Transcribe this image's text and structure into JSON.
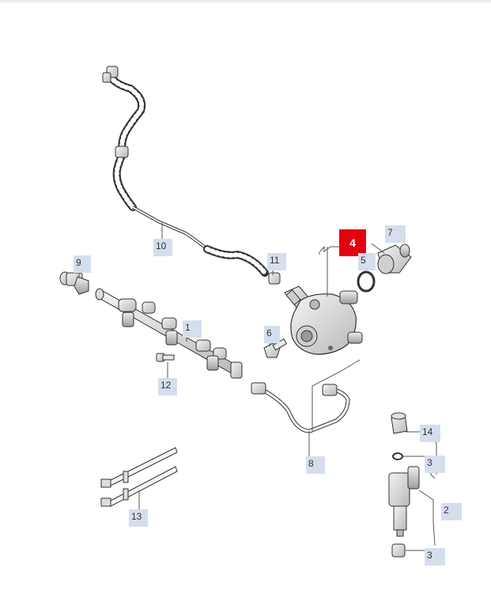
{
  "colors": {
    "callout_bg": "#d5deed",
    "callout_active": "#e3000f",
    "line": "#555555"
  },
  "callouts": {
    "p1": "1",
    "p2": "2",
    "p3a": "3",
    "p3b": "3",
    "p4": "4",
    "p5": "5",
    "p6": "6",
    "p7": "7",
    "p8": "8",
    "p9": "9",
    "p10": "10",
    "p11": "11",
    "p12": "12",
    "p13": "13",
    "p14": "14"
  },
  "icons": {
    "part-vacuum-hose": "hose",
    "part-fuel-rail": "rail",
    "part-high-pressure-pump": "pump"
  }
}
